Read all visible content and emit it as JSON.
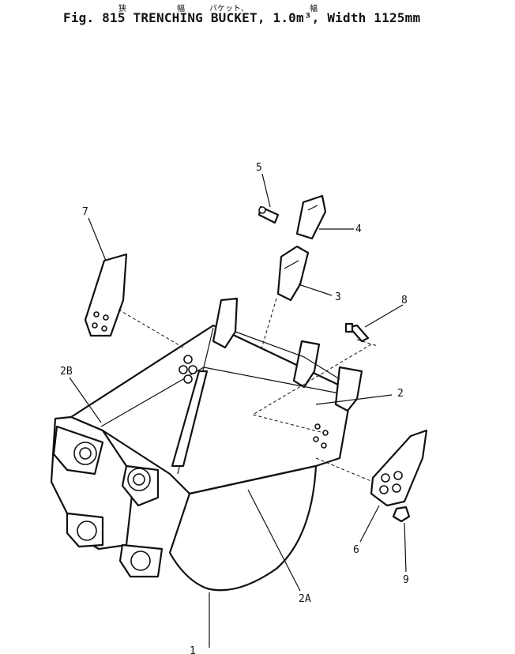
{
  "header": {
    "jp_words": [
      "狭",
      "幅",
      "バケット、",
      "幅"
    ],
    "title": "Fig. 815 TRENCHING BUCKET, 1.0m³, Width 1125mm"
  },
  "callouts": [
    "1",
    "2",
    "2A",
    "2B",
    "3",
    "4",
    "5",
    "6",
    "7",
    "8",
    "9"
  ]
}
